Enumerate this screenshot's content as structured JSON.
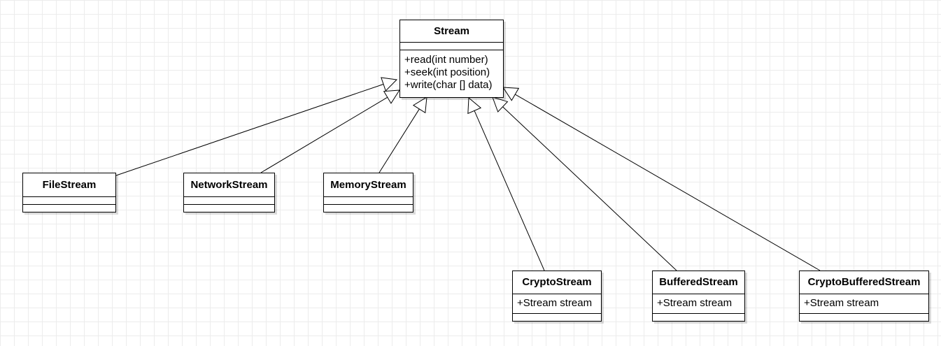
{
  "diagram": {
    "base": {
      "name": "Stream",
      "attributes": [],
      "operations": [
        "+read(int number)",
        "+seek(int position)",
        "+write(char [] data)"
      ]
    },
    "subclasses": [
      {
        "name": "FileStream",
        "attributes": []
      },
      {
        "name": "NetworkStream",
        "attributes": []
      },
      {
        "name": "MemoryStream",
        "attributes": []
      },
      {
        "name": "CryptoStream",
        "attributes": [
          "+Stream stream"
        ]
      },
      {
        "name": "BufferedStream",
        "attributes": [
          "+Stream stream"
        ]
      },
      {
        "name": "CryptoBufferedStream",
        "attributes": [
          "+Stream stream"
        ]
      }
    ],
    "relationship": "generalization"
  }
}
